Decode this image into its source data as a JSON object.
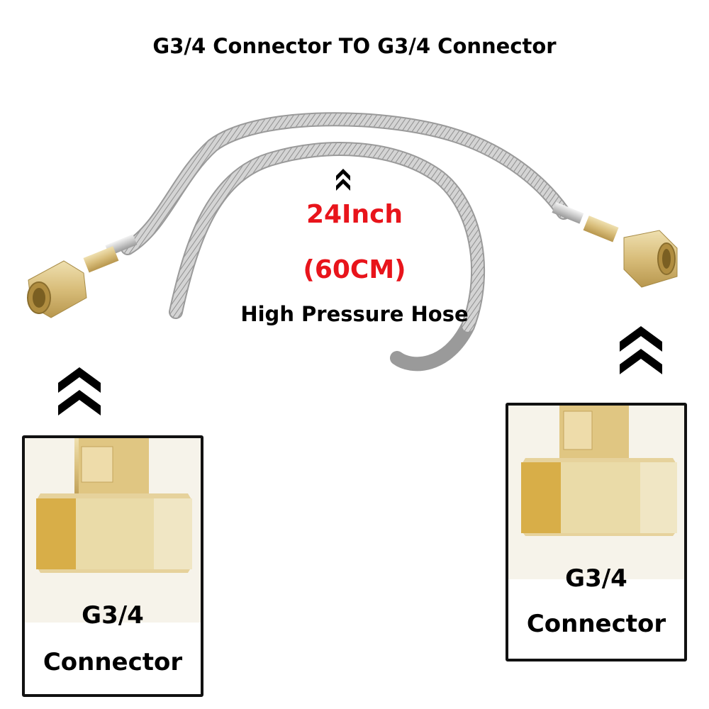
{
  "title": "G3/4 Connector TO G3/4 Connector",
  "hose": {
    "length_inch": "24Inch",
    "length_cm": "(60CM)",
    "description": "High Pressure Hose"
  },
  "callouts": {
    "left": {
      "line1": "G3/4",
      "line2": "Connector"
    },
    "right": {
      "line1": "G3/4",
      "line2": "Connector"
    }
  },
  "icons": [
    "double-chevron-up-icon",
    "double-chevron-up-icon",
    "double-chevron-up-icon"
  ],
  "colors": {
    "accent_red": "#e8141b",
    "text_black": "#000000",
    "brass": "#d9b870",
    "steel": "#c8c8c8",
    "border": "#111111"
  }
}
